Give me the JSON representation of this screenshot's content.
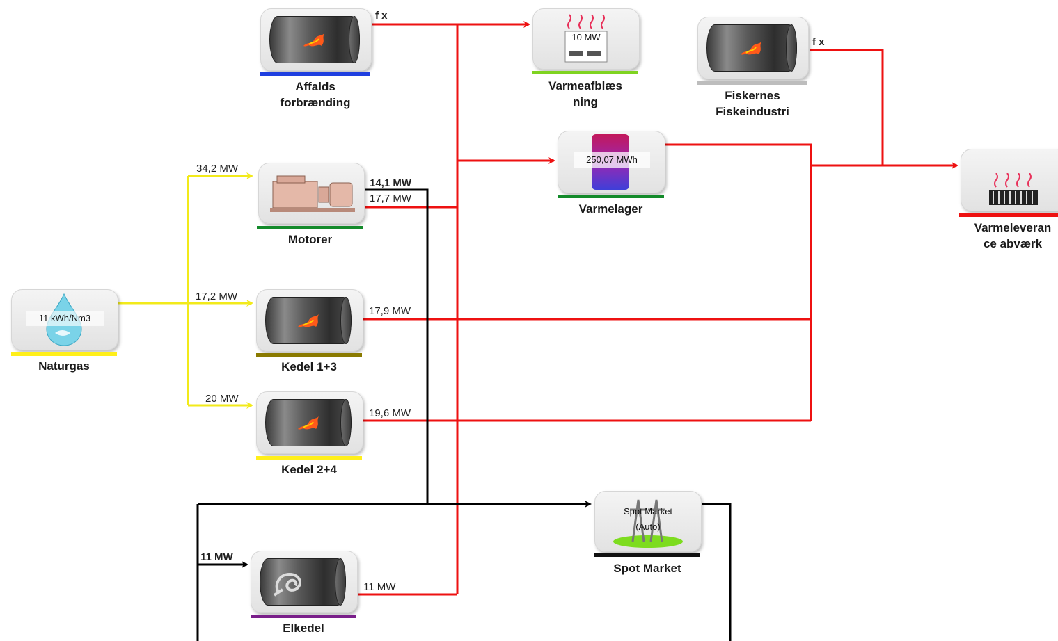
{
  "nodes": {
    "affalds": {
      "label": "Affalds\nforbrænding",
      "badge": "f x",
      "bar_color": "#1f3fe0"
    },
    "varmeafblaesning": {
      "label": "Varmeafblæs\nning",
      "value": "10 MW",
      "bar_color": "#7fd321"
    },
    "fiskernes": {
      "label": "Fiskernes\nFiskeindustri",
      "badge": "f x",
      "bar_color": "#bdbdbd"
    },
    "varmelager": {
      "label": "Varmelager",
      "value": "250,07 MWh",
      "bar_color": "#138a2a"
    },
    "motorer": {
      "label": "Motorer",
      "bar_color": "#138a2a"
    },
    "varmeleverance": {
      "label": "Varmeleveran\nce abværk",
      "bar_color": "#ee1111"
    },
    "naturgas": {
      "label": "Naturgas",
      "value": "11 kWh/Nm3",
      "bar_color": "#ffef1a"
    },
    "kedel13": {
      "label": "Kedel 1+3",
      "bar_color": "#8a7a00"
    },
    "kedel24": {
      "label": "Kedel 2+4",
      "bar_color": "#ffef1a"
    },
    "spot_market": {
      "label": "Spot Market",
      "value": "Spot Market\n(Auto)",
      "bar_color": "#111111"
    },
    "elkedel": {
      "label": "Elkedel",
      "bar_color": "#7a1f8a"
    }
  },
  "flows": {
    "gas_motorer": "34,2 MW",
    "gas_kedel13": "17,2 MW",
    "gas_kedel24": "20 MW",
    "motorer_el": "14,1 MW",
    "motorer_heat": "17,7 MW",
    "kedel13_heat": "17,9 MW",
    "kedel24_heat": "19,6 MW",
    "el_elkedel": "11 MW",
    "elkedel_heat": "11 MW"
  },
  "colors": {
    "heat_line": "#ee1111",
    "gas_line": "#f2ea1a",
    "power_line": "#000000"
  },
  "icons": {
    "affalds": "flame-drum-icon",
    "varmeafblaesning": "cooling-tower-icon",
    "fiskernes": "flame-drum-icon",
    "varmelager": "storage-tank-icon",
    "motorer": "engine-icon",
    "varmeleverance": "radiator-icon",
    "naturgas": "gas-drop-icon",
    "kedel13": "flame-drum-icon",
    "kedel24": "flame-drum-icon",
    "spot_market": "power-pylon-icon",
    "elkedel": "heating-coil-icon"
  }
}
